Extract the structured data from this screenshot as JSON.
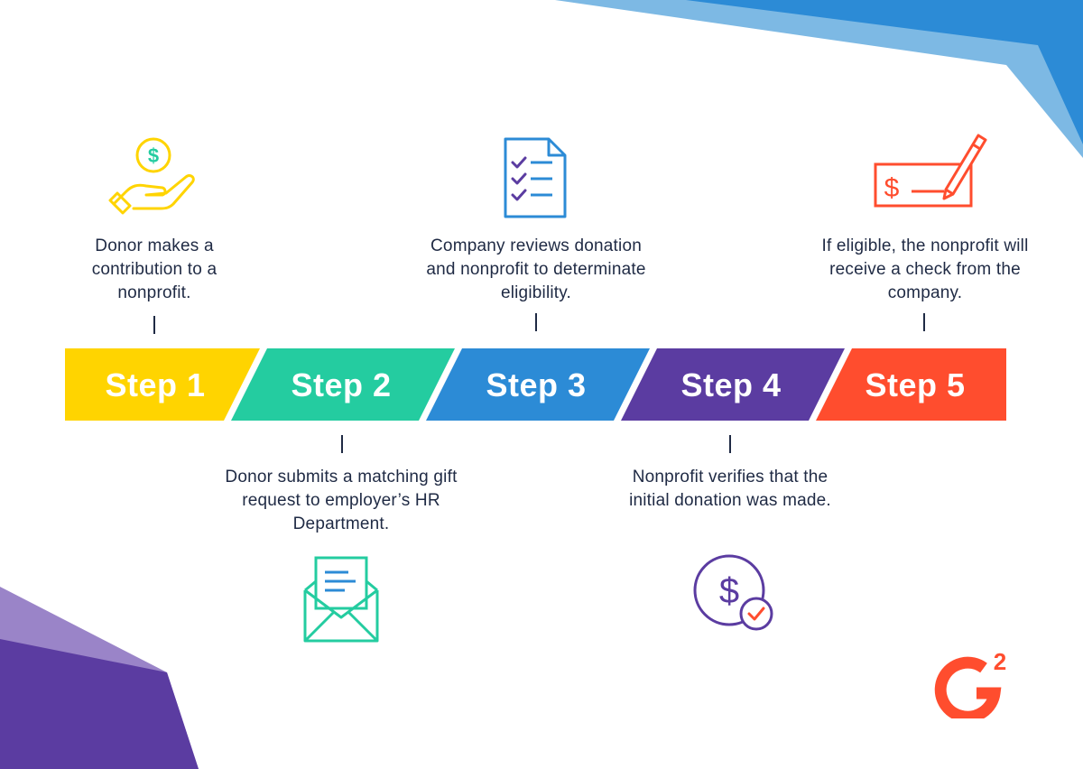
{
  "colors": {
    "step1": "#FFD400",
    "step2": "#24CCA0",
    "step3": "#2C8BD6",
    "step4": "#5B3CA1",
    "step5": "#FF4D2E",
    "text": "#1F2A44"
  },
  "steps": [
    {
      "label": "Step 1",
      "text": "Donor makes a contribution to a nonprofit.",
      "icon": "hand-coin-icon"
    },
    {
      "label": "Step 2",
      "text": "Donor submits a matching gift request to employer’s HR Department.",
      "icon": "envelope-letter-icon"
    },
    {
      "label": "Step 3",
      "text": "Company reviews donation and nonprofit to determinate eligibility.",
      "icon": "checklist-document-icon"
    },
    {
      "label": "Step 4",
      "text": "Nonprofit verifies that the initial donation was made.",
      "icon": "verified-dollar-icon"
    },
    {
      "label": "Step 5",
      "text": "If eligible, the nonprofit will receive a check from the company.",
      "icon": "check-pencil-icon"
    }
  ],
  "logo": {
    "icon": "g2-logo-icon",
    "text": "G2"
  }
}
